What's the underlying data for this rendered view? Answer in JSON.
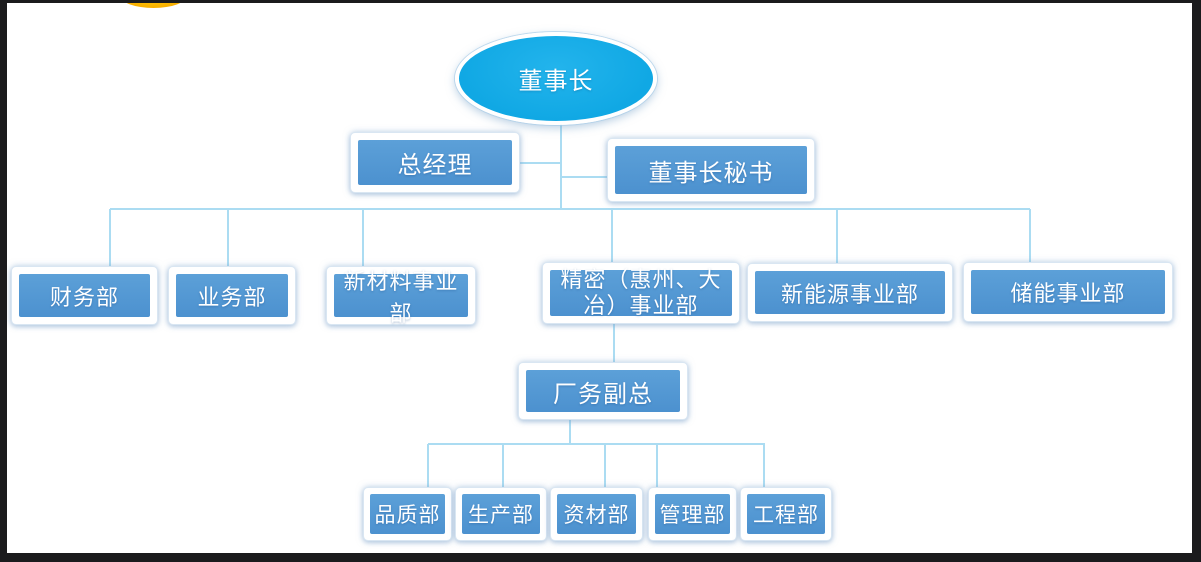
{
  "chart_type": "org-chart",
  "nodes": {
    "chairman": {
      "label": "董事长"
    },
    "general_manager": {
      "label": "总经理"
    },
    "chairman_secretary": {
      "label": "董事长秘书"
    },
    "finance": {
      "label": "财务部"
    },
    "business": {
      "label": "业务部"
    },
    "new_materials": {
      "label": "新材料事业部"
    },
    "precision": {
      "label": "精密（惠州、大\n冶）事业部"
    },
    "new_energy": {
      "label": "新能源事业部"
    },
    "energy_storage": {
      "label": "储能事业部"
    },
    "factory_vp": {
      "label": "厂务副总"
    },
    "quality": {
      "label": "品质部"
    },
    "production": {
      "label": "生产部"
    },
    "materials": {
      "label": "资材部"
    },
    "management": {
      "label": "管理部"
    },
    "engineering": {
      "label": "工程部"
    }
  },
  "structure": {
    "root": "chairman",
    "edges": [
      [
        "chairman",
        "general_manager"
      ],
      [
        "chairman",
        "chairman_secretary"
      ],
      [
        "chairman",
        "finance"
      ],
      [
        "chairman",
        "business"
      ],
      [
        "chairman",
        "new_materials"
      ],
      [
        "chairman",
        "precision"
      ],
      [
        "chairman",
        "new_energy"
      ],
      [
        "chairman",
        "energy_storage"
      ],
      [
        "precision",
        "factory_vp"
      ],
      [
        "factory_vp",
        "quality"
      ],
      [
        "factory_vp",
        "production"
      ],
      [
        "factory_vp",
        "materials"
      ],
      [
        "factory_vp",
        "management"
      ],
      [
        "factory_vp",
        "engineering"
      ]
    ]
  },
  "colors": {
    "ellipse_fill": "#11ABE5",
    "box_fill": "#5198D4",
    "box_frame": "#FFFFFF",
    "connector": "#ABDCF2",
    "text": "#FFFFFF",
    "background": "#FFFFFF",
    "letterbox_bars": "#1B1B1D",
    "corner_arc": "#FCB800"
  }
}
